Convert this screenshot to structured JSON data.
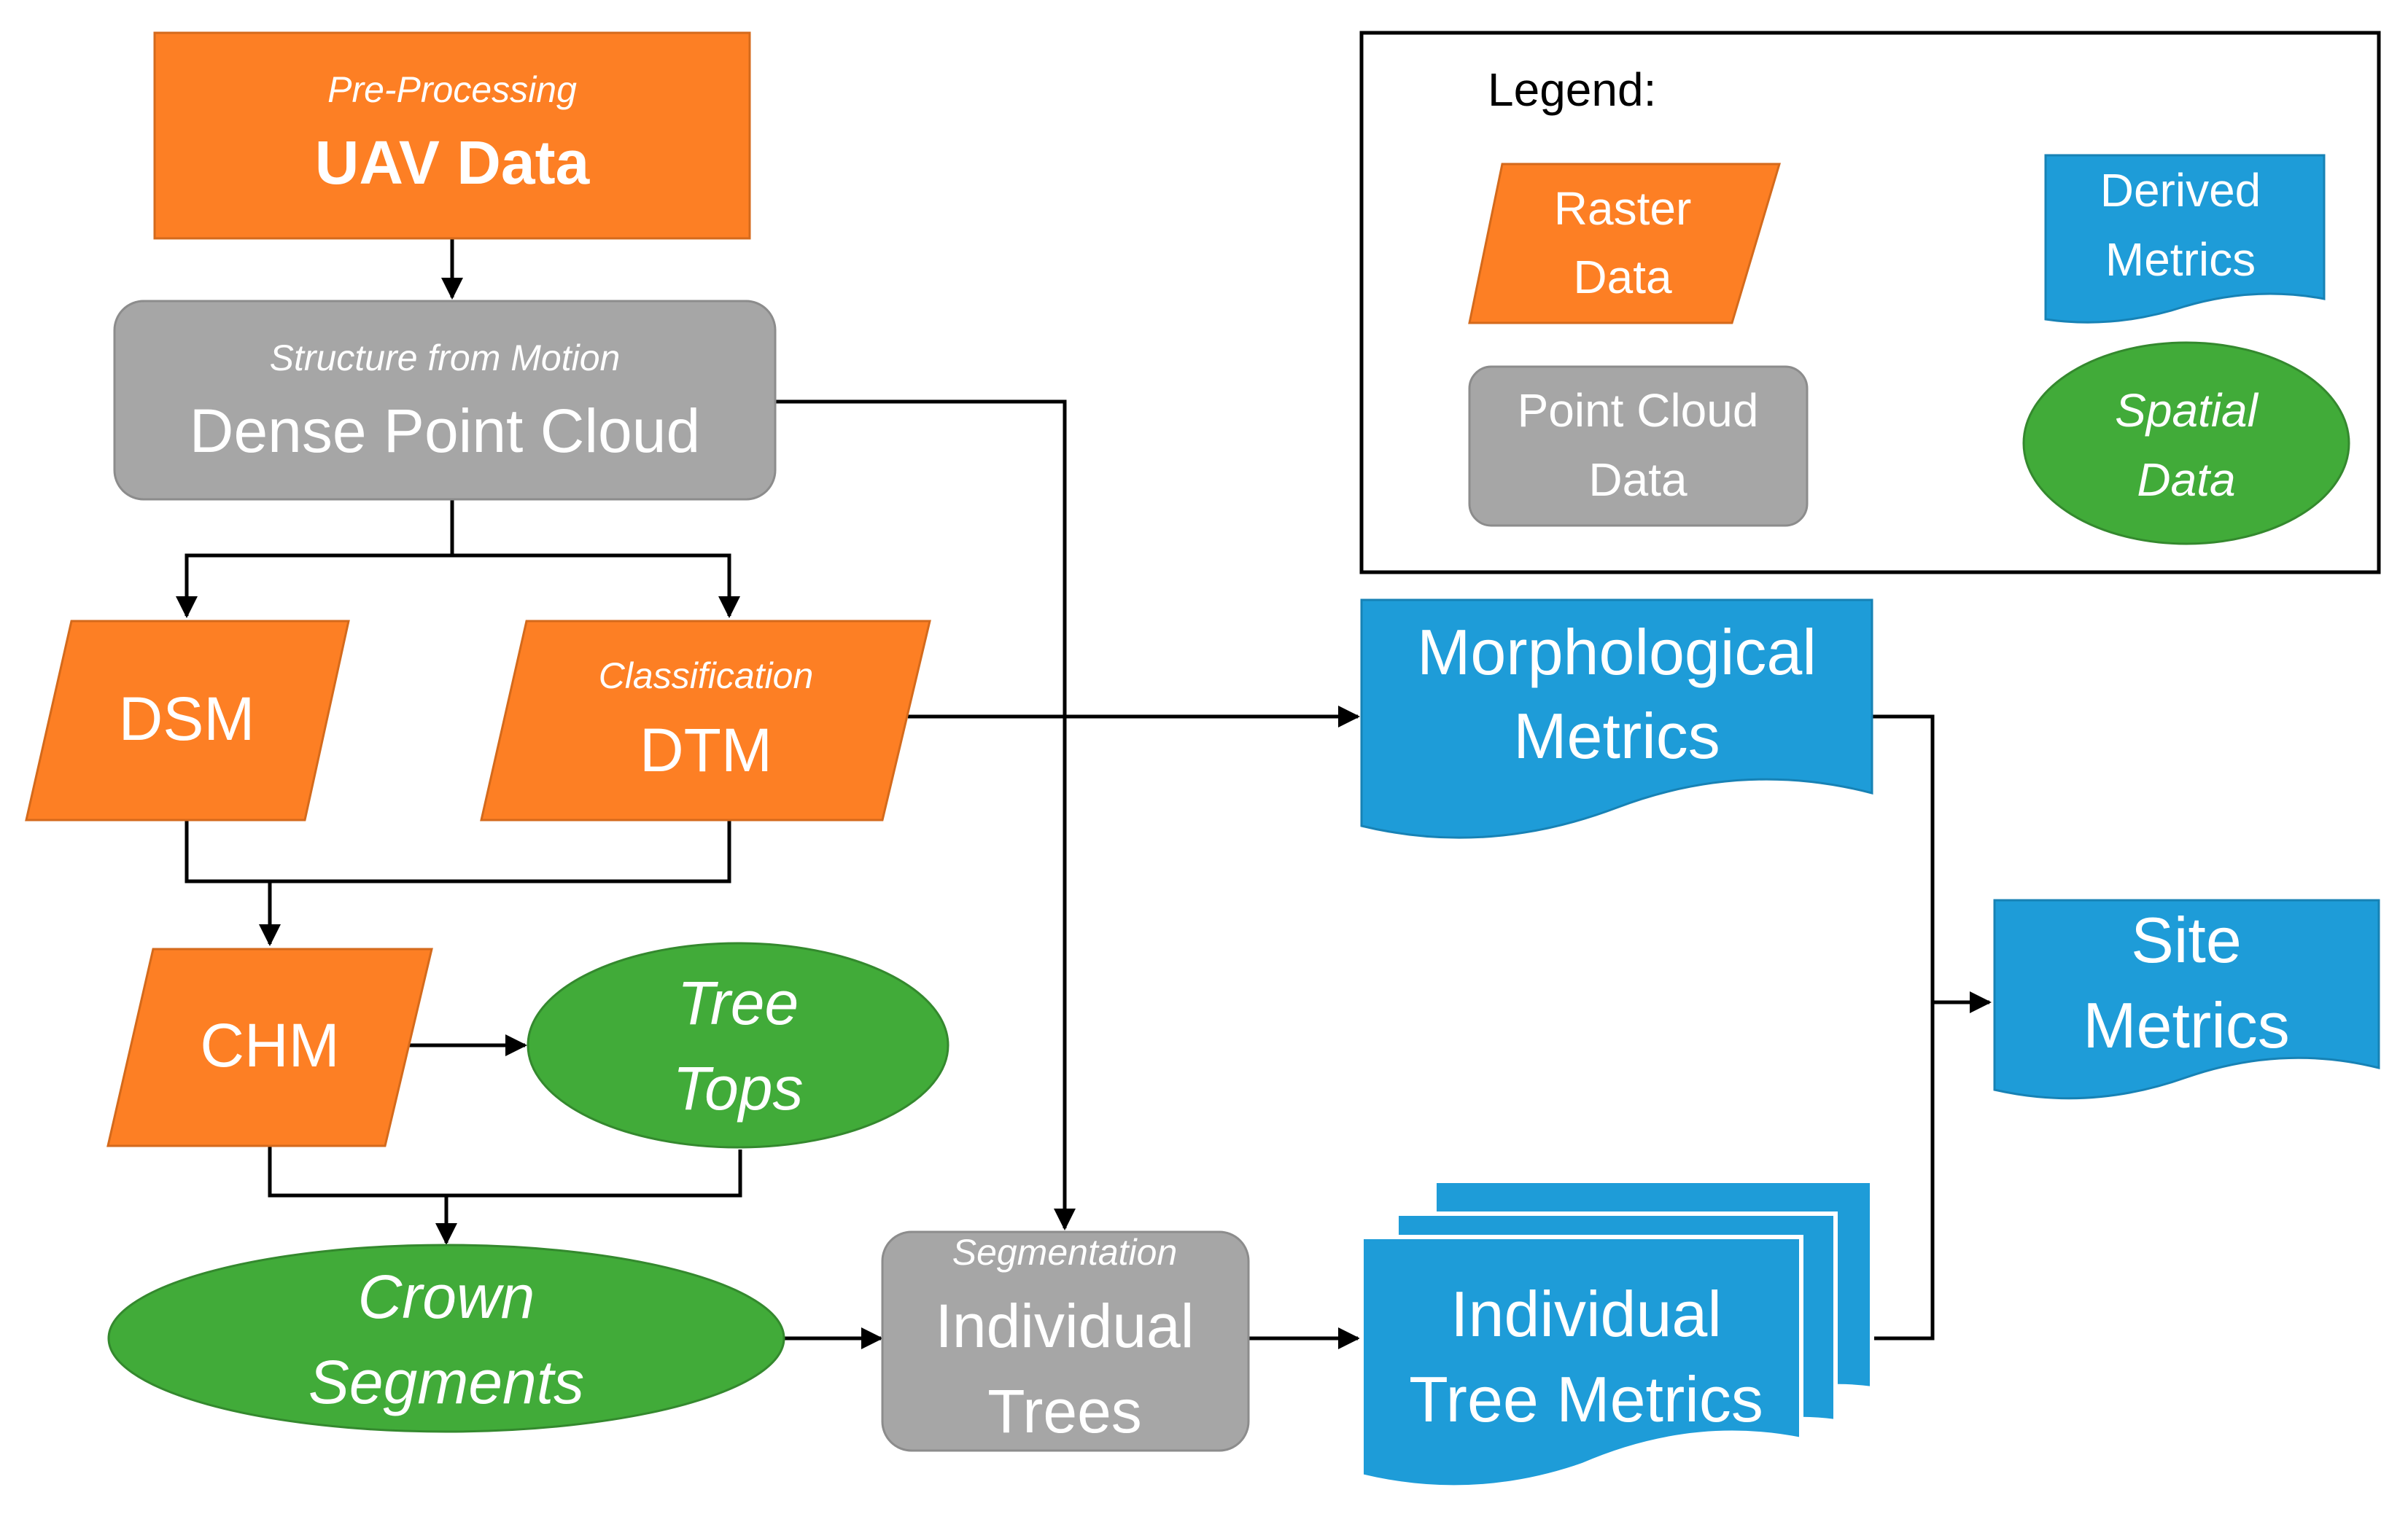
{
  "colors": {
    "raster": "#fd7f24",
    "point_cloud": "#a6a6a6",
    "derived": "#1e9cd8",
    "spatial": "#41ab39",
    "line": "#000000",
    "text_light": "#ffffff"
  },
  "nodes": {
    "uav": {
      "subtitle": "Pre-Processing",
      "title": "UAV Data"
    },
    "sfm": {
      "subtitle": "Structure from Motion",
      "title": "Dense Point Cloud"
    },
    "dsm": {
      "title": "DSM"
    },
    "dtm": {
      "subtitle": "Classification",
      "title": "DTM"
    },
    "chm": {
      "title": "CHM"
    },
    "treetops": {
      "line1": "Tree",
      "line2": "Tops"
    },
    "crown": {
      "line1": "Crown",
      "line2": "Segments"
    },
    "indiv_trees": {
      "subtitle": "Segmentation",
      "line1": "Individual",
      "line2": "Trees"
    },
    "morph": {
      "line1": "Morphological",
      "line2": "Metrics"
    },
    "itm": {
      "line1": "Individual",
      "line2": "Tree Metrics"
    },
    "site": {
      "line1": "Site",
      "line2": "Metrics"
    }
  },
  "legend": {
    "title": "Legend:",
    "raster": {
      "line1": "Raster",
      "line2": "Data"
    },
    "derived": {
      "line1": "Derived",
      "line2": "Metrics"
    },
    "point_cloud": {
      "line1": "Point Cloud",
      "line2": "Data"
    },
    "spatial": {
      "line1": "Spatial",
      "line2": "Data"
    }
  }
}
